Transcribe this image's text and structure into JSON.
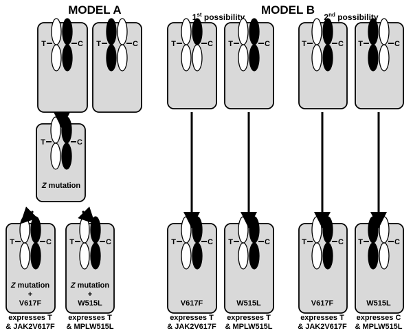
{
  "titles": {
    "model_a": "MODEL A",
    "model_b": "MODEL B",
    "poss1_ord": "1",
    "poss1_sup": "st",
    "poss1_rest": " possibility",
    "poss2_ord": "2",
    "poss2_sup": "nd",
    "poss2_rest": " possibility"
  },
  "chromosome_labels": {
    "t": "T",
    "c": "C"
  },
  "cells": {
    "z_mutation": {
      "italic": "Z",
      "rest": " mutation"
    },
    "a_left": {
      "line1_italic": "Z",
      "line1_rest": " mutation",
      "line2": "+",
      "line3": "V617F"
    },
    "a_right": {
      "line1_italic": "Z",
      "line1_rest": " mutation",
      "line2": "+",
      "line3": "W515L"
    },
    "b1_left": "V617F",
    "b1_right": "W515L",
    "b2_left": "V617F",
    "b2_right": "W515L"
  },
  "captions": {
    "a_left": [
      "expresses T",
      "& JAK2V617F"
    ],
    "a_right": [
      "expresses T",
      "& MPLW515L"
    ],
    "b1_left": [
      "expresses T",
      "& JAK2V617F"
    ],
    "b1_right": [
      "expresses T",
      "& MPLW515L"
    ],
    "b2_left": [
      "expresses T",
      "& JAK2V617F"
    ],
    "b2_right": [
      "expresses C",
      "& MPLW515L"
    ]
  },
  "colors": {
    "cell_fill": "#d9d9d9",
    "cell_stroke": "#000000",
    "white": "#ffffff",
    "black": "#000000"
  }
}
